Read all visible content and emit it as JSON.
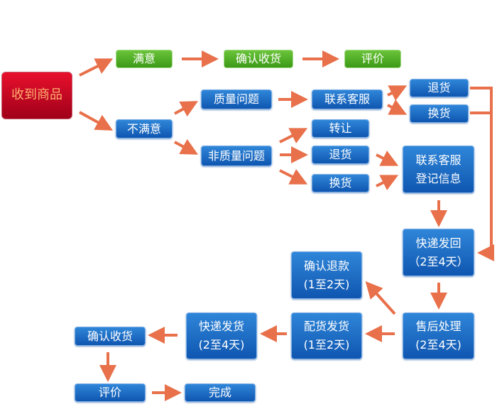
{
  "nodes": {
    "received": "收到商品",
    "satisfied": "满意",
    "confirm_receipt_top": "确认收货",
    "review_top": "评价",
    "unsatisfied": "不满意",
    "quality_issue": "质量问题",
    "contact_cs": "联系客服",
    "return_top": "退货",
    "exchange_top": "换货",
    "non_quality_issue": "非质量问题",
    "transfer": "转让",
    "return_mid": "退货",
    "exchange_mid": "换货",
    "contact_register": [
      "联系客服",
      "登记信息"
    ],
    "ship_back": [
      "快递发回",
      "（2至4天）"
    ],
    "confirm_refund": [
      "确认退款",
      "(1至2天)"
    ],
    "after_sales": [
      "售后处理",
      "(2至4天)"
    ],
    "prepare_ship": [
      "配货发货",
      "(1至2天)"
    ],
    "express_ship": [
      "快递发货",
      "(2至4天)"
    ],
    "confirm_receipt_bottom": "确认收货",
    "review_bottom": "评价",
    "done": "完成"
  },
  "colors": {
    "arrow": "#e8704a",
    "blue": "#1a6cc6",
    "green": "#4fae25",
    "red": "#c8001f"
  }
}
